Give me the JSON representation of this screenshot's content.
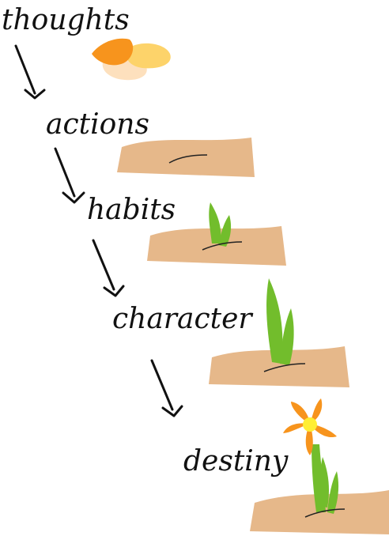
{
  "stages": [
    {
      "label": "thoughts",
      "illustration": "seeds-icon"
    },
    {
      "label": "actions",
      "illustration": "soil-patch-icon"
    },
    {
      "label": "habits",
      "illustration": "sprout-icon"
    },
    {
      "label": "character",
      "illustration": "grown-leaves-icon"
    },
    {
      "label": "destiny",
      "illustration": "flower-icon"
    }
  ],
  "colors": {
    "text": "#111111",
    "soil": "#e6b88a",
    "leaf": "#72bd2c",
    "petal": "#f7941d",
    "flower_center": "#ffee33",
    "seed_orange": "#f7941d",
    "seed_yellow": "#fdd36a",
    "seed_pale": "#fde0bd"
  }
}
